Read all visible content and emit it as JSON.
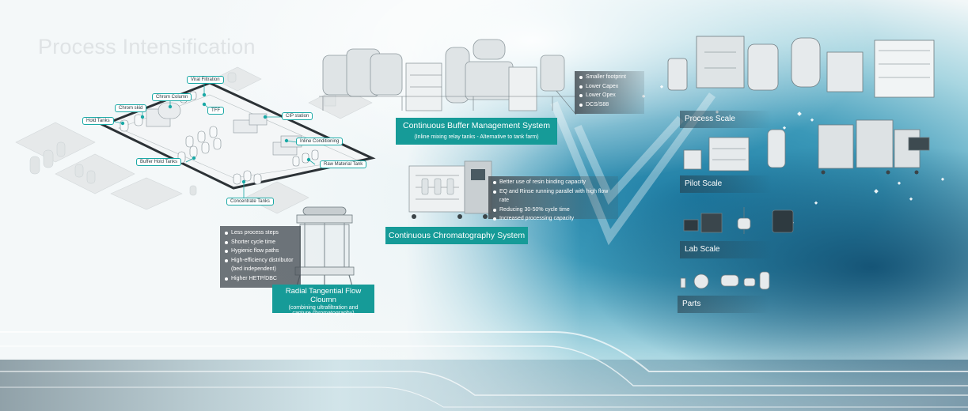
{
  "page_title": "Process Intensification",
  "plant_labels": {
    "viral_filtration": "Viral Filtration",
    "chrom_column": "Chrom Column",
    "chrom_skid": "Chrom skid",
    "hold_tanks": "Hold Tanks",
    "tff": "TFF",
    "cip_station": "CIP station",
    "inline_conditioning": "Inline Conditioning",
    "buffer_hold_tanks": "Buffer Hold Tanks",
    "raw_material_tank": "Raw Material Tank",
    "concentrate_tanks": "Concentrate Tanks"
  },
  "buffer_mgmt": {
    "title": "Continuous Buffer Management System",
    "subtitle": "(Inline mixing relay tanks - Alternative to tank farm)",
    "bullets": [
      "Smaller footprint",
      "Lower Capex",
      "Lower Opex",
      "DCS/S88"
    ]
  },
  "chromatography": {
    "title": "Continuous Chromatography System",
    "bullets": [
      "Better use of resin binding capacity",
      "EQ and Rinse running parallel with high flow rate",
      "Reducing 30-50% cycle time",
      "Increased processing capacity"
    ]
  },
  "radial_flow": {
    "title": "Radial Tangential Flow Cloumn",
    "subtitle_line1": "(combining ultrafiltration and",
    "subtitle_line2": "capture chromatography)",
    "bullets": [
      "Less process steps",
      "Shorter cycle time",
      "Hygienic flow paths",
      "High-efficiency distributor",
      "(bed independent)",
      "Higher HETP/DBC"
    ]
  },
  "scales": {
    "process": "Process Scale",
    "pilot": "Pilot Scale",
    "lab": "Lab Scale",
    "parts": "Parts"
  },
  "colors": {
    "accent_teal": "#169b98",
    "panel_grey": "#464e54",
    "title_grey": "#dfe3e5"
  }
}
